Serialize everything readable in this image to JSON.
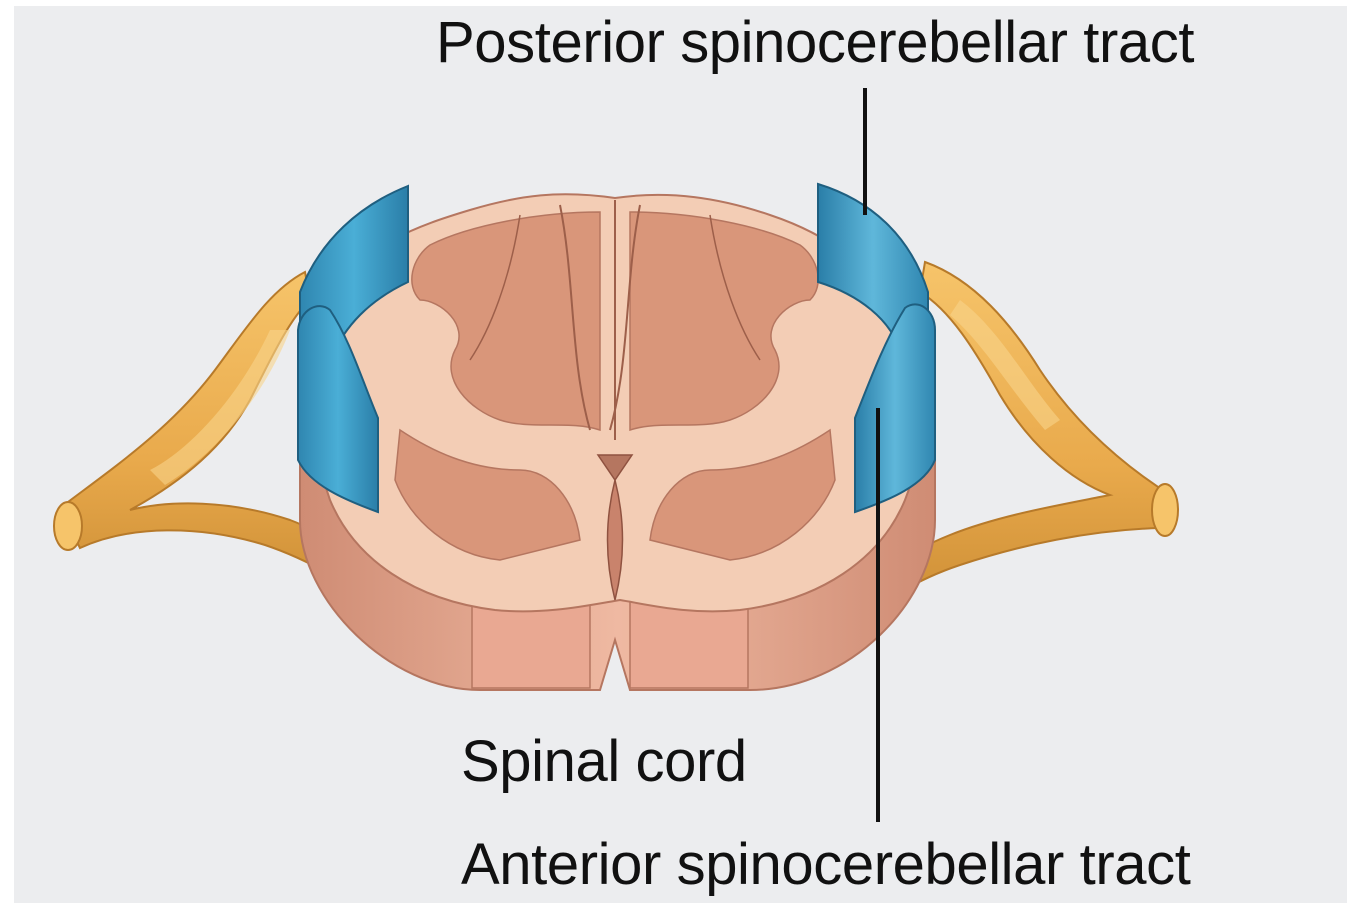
{
  "labels": {
    "posterior_tract": "Posterior spinocerebellar tract",
    "spinal_cord": "Spinal cord",
    "anterior_tract": "Anterior spinocerebellar tract"
  },
  "colors": {
    "background": "#ecedef",
    "white_matter": "#d9967a",
    "gray_matter": "#f3cdb5",
    "tract_highlight": "#3f9fc6",
    "nerve": "#e9aa4c",
    "leader_line": "#111111"
  }
}
